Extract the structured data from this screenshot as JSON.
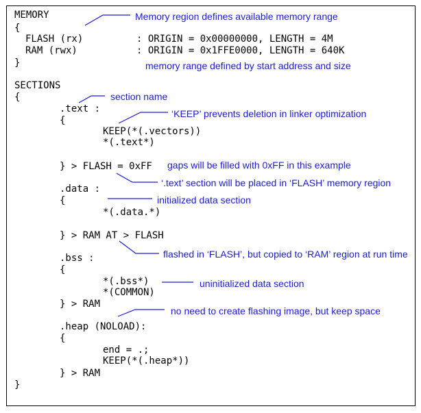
{
  "colors": {
    "code": "#000000",
    "annotation": "#1a1ad6"
  },
  "code_lines": [
    "MEMORY",
    "{",
    "FLASH (rx)",
    ": ORIGIN = 0x00000000, LENGTH = 4M",
    "RAM (rwx)",
    ": ORIGIN = 0x1FFE0000, LENGTH = 640K",
    "}",
    "SECTIONS",
    "{",
    ".text :",
    "{",
    "KEEP(*(.vectors))",
    "*(.text*)",
    "} > FLASH = 0xFF",
    ".data :",
    "{",
    "*(.data.*)",
    "} > RAM AT > FLASH",
    ".bss :",
    "{",
    "*(.bss*)",
    "*(COMMON)",
    "} > RAM",
    ".heap (NOLOAD):",
    "{",
    "end = .;",
    "KEEP(*(.heap*))",
    "} > RAM",
    "}"
  ],
  "annotations": [
    "Memory region defines available memory range",
    "memory range defined by start address and size",
    "section name",
    "‘KEEP’ prevents deletion in linker optimization",
    "gaps will be filled with 0xFF in this example",
    "‘.text’ section will be placed in ‘FLASH’ memory region",
    "initialized data section",
    "flashed in ‘FLASH’, but copied to ‘RAM’ region at run time",
    "uninitialized data section",
    "no need to create flashing image, but keep space"
  ]
}
